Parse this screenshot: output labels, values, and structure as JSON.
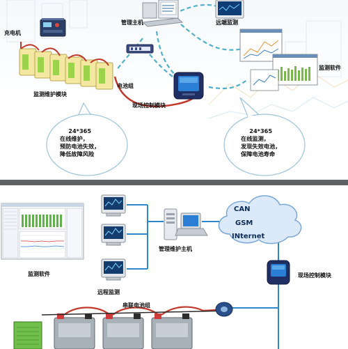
{
  "top": {
    "charger_label": "充电机",
    "mgmt_host_label": "管理主机",
    "remote_monitor_label": "远端监测",
    "monitor_software_label": "监测软件",
    "battery_group_label": "电池组",
    "monitor_module_label": "监测维护模块",
    "field_control_label": "现场控制模块",
    "bubble_left": {
      "line1": "24*365",
      "line2": "在线维护，",
      "line3": "预防电池失效，",
      "line4": "降低故障风险"
    },
    "bubble_right": {
      "line1": "24*365",
      "line2": "在线监测，",
      "line3": "发现失效电池，",
      "line4": "保障电池寿命"
    }
  },
  "bottom": {
    "monitor_software_label": "监测软件",
    "remote_monitor_label": "远程监测",
    "mgmt_host_label": "管理维护主机",
    "field_control_label": "现场控制模块",
    "series_battery_label": "串联电池组",
    "cloud": {
      "line1": "CAN",
      "line2": "GSM",
      "line3": "INternet"
    }
  },
  "colors": {
    "dashed_link": "#4fb0c8",
    "network_line": "#2f86c8",
    "battery_cable": "#c0392b",
    "bubble_border": "#9ec3d8",
    "cloud_fill": "#dbe9f8"
  }
}
